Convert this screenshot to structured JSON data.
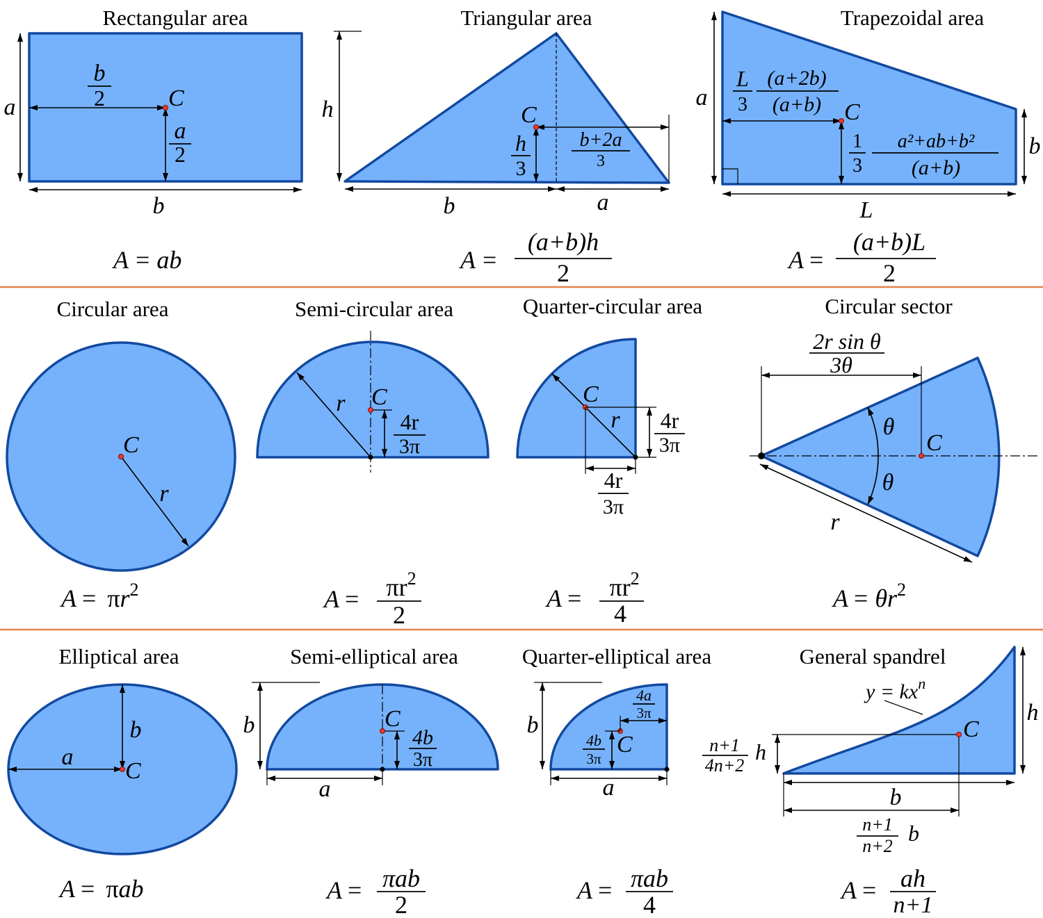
{
  "colors": {
    "fill": "#76b2fb",
    "outline": "#1249a0",
    "centroid": "#f0392b",
    "divider": "#e0824a"
  },
  "rect": {
    "title": "Rectangular area",
    "a": "a",
    "b": "b",
    "C": "C",
    "cx_num": "b",
    "cx_den": "2",
    "cy_num": "a",
    "cy_den": "2",
    "lhs": "A",
    "eq": "=",
    "rhs": "ab"
  },
  "tri": {
    "title": "Triangular area",
    "h": "h",
    "b": "b",
    "a": "a",
    "C": "C",
    "cy_num": "h",
    "cy_den": "3",
    "cx_num": "b+2a",
    "cx_den": "3",
    "lhs": "A",
    "eq": "=",
    "num": "(a+b)h",
    "den": "2"
  },
  "trap": {
    "title": "Trapezoidal area",
    "a": "a",
    "b": "b",
    "L": "L",
    "C": "C",
    "cx_num": "L",
    "cx_den": "3",
    "cx2_num": "(a+2b)",
    "cx2_den": "(a+b)",
    "cy_num": "1",
    "cy_den": "3",
    "cy2_num": "a²+ab+b²",
    "cy2_den": "(a+b)",
    "lhs": "A",
    "eq": "=",
    "num": "(a+b)L",
    "den": "2"
  },
  "circ": {
    "title": "Circular area",
    "C": "C",
    "r": "r",
    "lhs": "A",
    "eq": "=",
    "pi": "π",
    "rhs": "r",
    "sup": "2"
  },
  "semi": {
    "title": "Semi-circular area",
    "C": "C",
    "r": "r",
    "dim_num": "4r",
    "dim_den": "3π",
    "lhs": "A",
    "eq": "=",
    "num": "πr",
    "sup": "2",
    "den": "2"
  },
  "quarter": {
    "title": "Quarter-circular area",
    "C": "C",
    "r": "r",
    "dim_num": "4r",
    "dim_den": "3π",
    "dimx_num": "4r",
    "dimx_den": "3π",
    "lhs": "A",
    "eq": "=",
    "num": "πr",
    "sup": "2",
    "den": "4"
  },
  "sector": {
    "title": "Circular sector",
    "dim_num": "2r sin θ",
    "dim_den": "3θ",
    "theta1": "θ",
    "theta2": "θ",
    "C": "C",
    "r": "r",
    "lhs": "A",
    "eq": "=",
    "rhs": "θr",
    "sup": "2"
  },
  "ell": {
    "title": "Elliptical area",
    "a": "a",
    "b": "b",
    "C": "C",
    "lhs": "A",
    "eq": "=",
    "pi": "π",
    "rhs": "ab"
  },
  "sell": {
    "title": "Semi-elliptical area",
    "b": "b",
    "a": "a",
    "C": "C",
    "dim_num": "4b",
    "dim_den": "3π",
    "lhs": "A",
    "eq": "=",
    "num": "πab",
    "den": "2"
  },
  "qell": {
    "title": "Quarter-elliptical area",
    "b": "b",
    "a": "a",
    "C": "C",
    "dimx_num": "4a",
    "dimx_den": "3π",
    "dimy_num": "4b",
    "dimy_den": "3π",
    "lhs": "A",
    "eq": "=",
    "num": "πab",
    "den": "4"
  },
  "span": {
    "title": "General spandrel",
    "curve": "y = kx",
    "curve_sup": "n",
    "h": "h",
    "b": "b",
    "C": "C",
    "cy_num": "n+1",
    "cy_den": "4n+2",
    "cy_var": "h",
    "cx_num": "n+1",
    "cx_den": "n+2",
    "cx_var": "b",
    "lhs": "A",
    "eq": "=",
    "num": "ah",
    "den": "n+1"
  }
}
